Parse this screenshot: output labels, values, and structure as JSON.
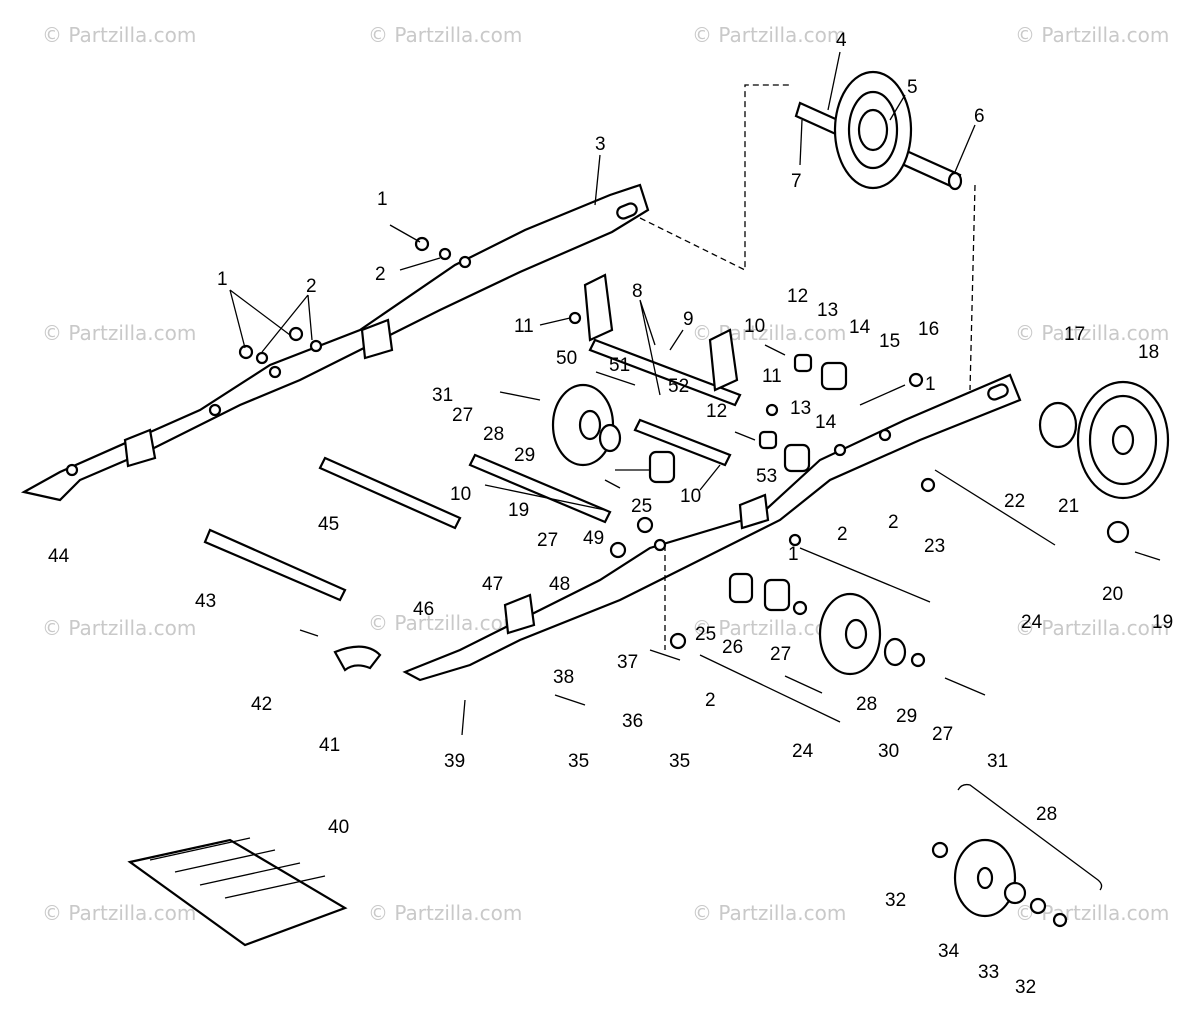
{
  "watermark": "© Partzilla.com",
  "callouts": [
    "1",
    "2",
    "3",
    "4",
    "5",
    "6",
    "7",
    "8",
    "9",
    "10",
    "11",
    "12",
    "13",
    "14",
    "15",
    "16",
    "17",
    "18",
    "19",
    "20",
    "21",
    "22",
    "23",
    "24",
    "25",
    "26",
    "27",
    "28",
    "29",
    "30",
    "31",
    "32",
    "33",
    "34",
    "35",
    "36",
    "37",
    "38",
    "39",
    "40",
    "41",
    "42",
    "43",
    "44",
    "45",
    "46",
    "47",
    "48",
    "49",
    "50",
    "51",
    "52",
    "53"
  ],
  "assembly_28_label": "28"
}
